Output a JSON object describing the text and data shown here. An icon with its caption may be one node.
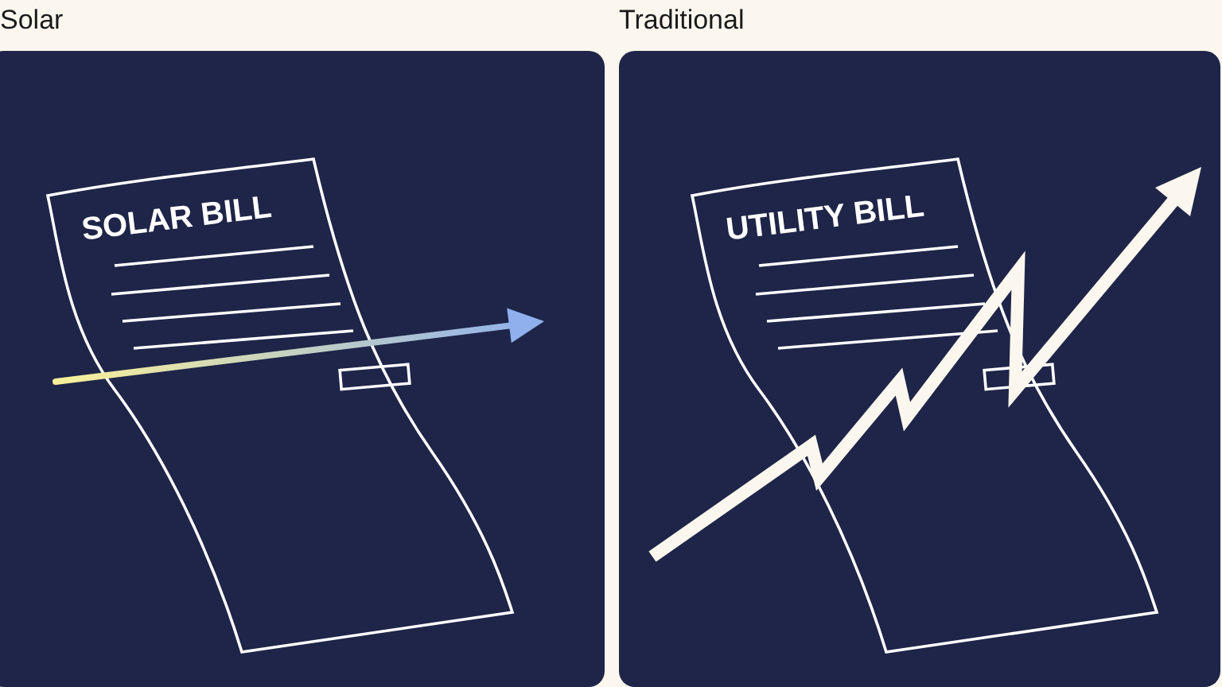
{
  "diagram": {
    "nodes": [
      {
        "text": [
          "Solar"
        ]
      },
      {
        "text": [
          "SOLAR BILL"
        ],
        "in": 0
      },
      {
        "text": [
          "Traditional"
        ]
      },
      {
        "text": [
          "UTILITY BILL"
        ],
        "in": 2
      }
    ]
  }
}
